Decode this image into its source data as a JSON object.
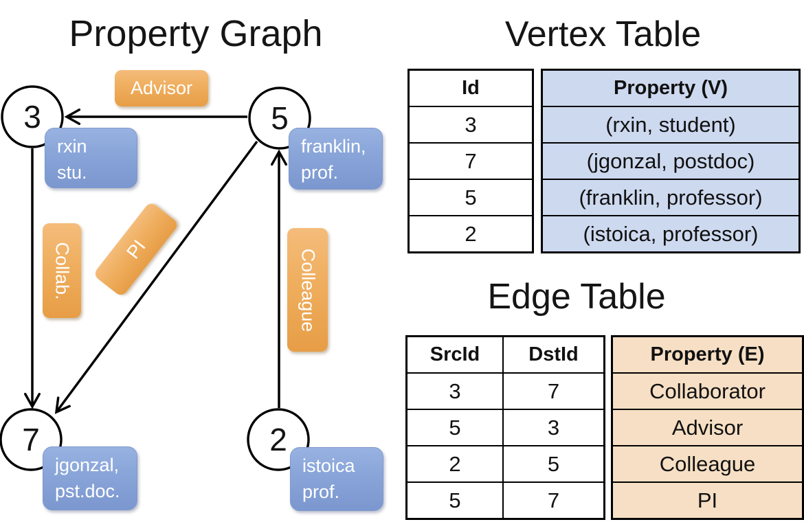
{
  "graph": {
    "title": "Property Graph",
    "vertices": [
      {
        "id": "3",
        "label_line1": "rxin",
        "label_line2": "stu."
      },
      {
        "id": "5",
        "label_line1": "franklin,",
        "label_line2": "prof."
      },
      {
        "id": "7",
        "label_line1": "jgonzal,",
        "label_line2": "pst.doc."
      },
      {
        "id": "2",
        "label_line1": "istoica",
        "label_line2": "prof."
      }
    ],
    "edge_labels": {
      "advisor": "Advisor",
      "collab": "Collab.",
      "pi": "PI",
      "colleague": "Colleague"
    }
  },
  "vertex_table": {
    "title": "Vertex Table",
    "columns": {
      "id": "Id",
      "property": "Property (V)"
    },
    "rows": [
      {
        "id": "3",
        "property": "(rxin, student)"
      },
      {
        "id": "7",
        "property": "(jgonzal, postdoc)"
      },
      {
        "id": "5",
        "property": "(franklin, professor)"
      },
      {
        "id": "2",
        "property": "(istoica, professor)"
      }
    ]
  },
  "edge_table": {
    "title": "Edge Table",
    "columns": {
      "src": "SrcId",
      "dst": "DstId",
      "property": "Property (E)"
    },
    "rows": [
      {
        "src": "3",
        "dst": "7",
        "property": "Collaborator"
      },
      {
        "src": "5",
        "dst": "3",
        "property": "Advisor"
      },
      {
        "src": "2",
        "dst": "5",
        "property": "Colleague"
      },
      {
        "src": "5",
        "dst": "7",
        "property": "PI"
      }
    ]
  },
  "colors": {
    "edge_label_orange_top": "#f4bc7b",
    "edge_label_orange_bottom": "#e79d46",
    "vertex_label_blue_top": "#98b2e1",
    "vertex_label_blue_bottom": "#7b97cf",
    "vertex_table_property_fill": "#cdd9ef",
    "edge_table_property_fill": "#f6dfc4",
    "stroke_black": "#000000",
    "label_text_white": "#ffffff"
  }
}
